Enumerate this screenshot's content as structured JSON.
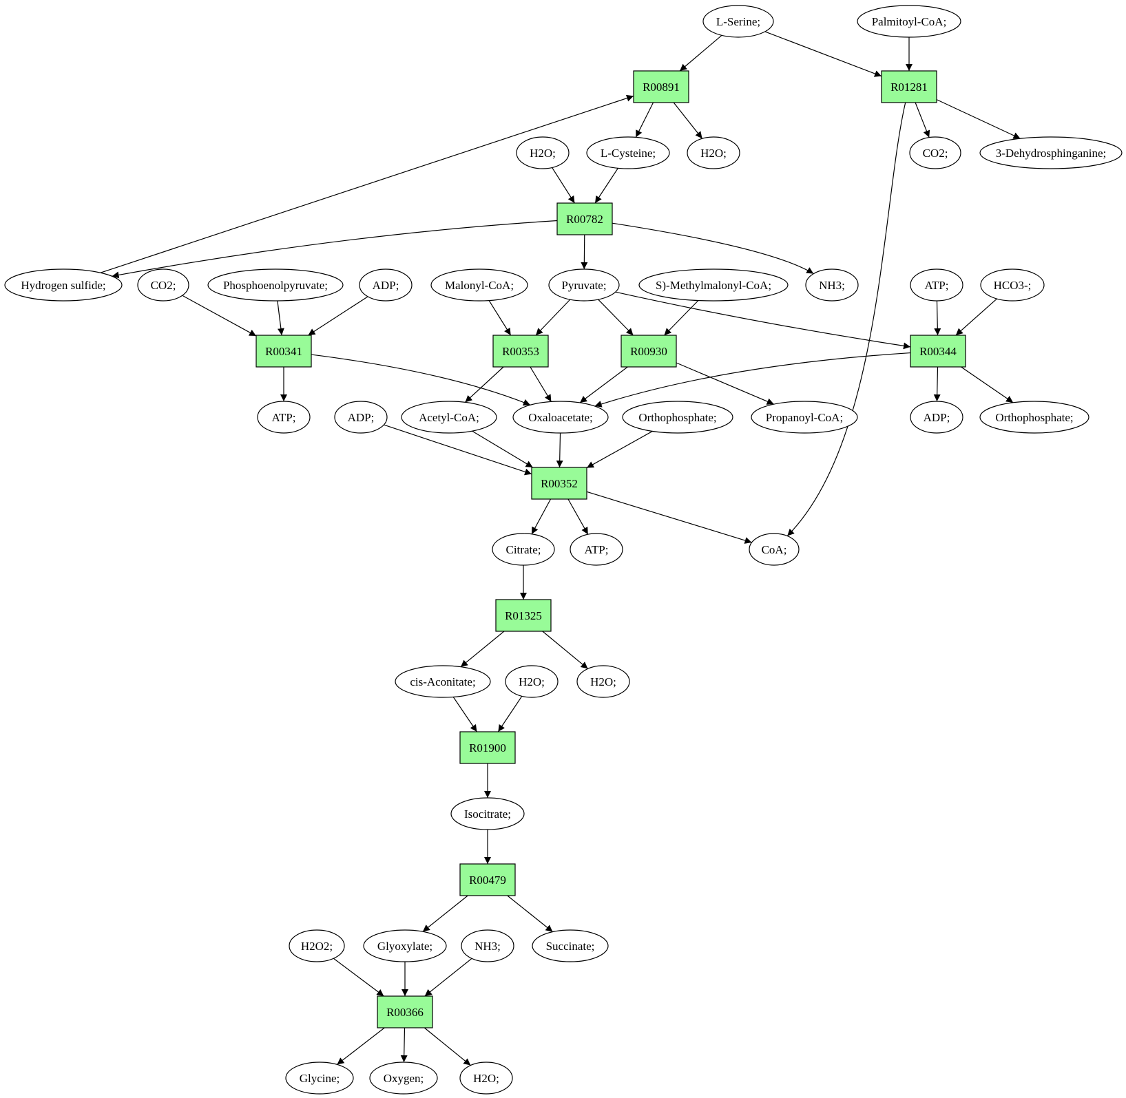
{
  "colors": {
    "reaction_fill": "#98fb98",
    "start_fill": "#00e000",
    "target_fill": "#ffff00",
    "compound_fill": "#ffffff",
    "stroke": "#000000"
  },
  "nodes": {
    "lserine": {
      "label": "L-Serine;",
      "shape": "ellipse",
      "role": "start"
    },
    "palmitoyl": {
      "label": "Palmitoyl-CoA;",
      "shape": "ellipse"
    },
    "R00891": {
      "label": "R00891",
      "shape": "rect"
    },
    "R01281": {
      "label": "R01281",
      "shape": "rect"
    },
    "h2o_a": {
      "label": "H2O;",
      "shape": "ellipse"
    },
    "lcysteine": {
      "label": "L-Cysteine;",
      "shape": "ellipse"
    },
    "h2o_b": {
      "label": "H2O;",
      "shape": "ellipse"
    },
    "co2_a": {
      "label": "CO2;",
      "shape": "ellipse"
    },
    "dehydro": {
      "label": "3-Dehydrosphinganine;",
      "shape": "ellipse"
    },
    "R00782": {
      "label": "R00782",
      "shape": "rect"
    },
    "h2s": {
      "label": "Hydrogen sulfide;",
      "shape": "ellipse"
    },
    "co2_b": {
      "label": "CO2;",
      "shape": "ellipse"
    },
    "pep": {
      "label": "Phosphoenolpyruvate;",
      "shape": "ellipse"
    },
    "adp_a": {
      "label": "ADP;",
      "shape": "ellipse"
    },
    "malonyl": {
      "label": "Malonyl-CoA;",
      "shape": "ellipse"
    },
    "pyruvate": {
      "label": "Pyruvate;",
      "shape": "ellipse"
    },
    "methylmalonyl": {
      "label": "S)-Methylmalonyl-CoA;",
      "shape": "ellipse"
    },
    "nh3_a": {
      "label": "NH3;",
      "shape": "ellipse"
    },
    "atp_a": {
      "label": "ATP;",
      "shape": "ellipse"
    },
    "hco3": {
      "label": "HCO3-;",
      "shape": "ellipse"
    },
    "R00341": {
      "label": "R00341",
      "shape": "rect"
    },
    "R00353": {
      "label": "R00353",
      "shape": "rect"
    },
    "R00930": {
      "label": "R00930",
      "shape": "rect"
    },
    "R00344": {
      "label": "R00344",
      "shape": "rect"
    },
    "atp_b": {
      "label": "ATP;",
      "shape": "ellipse"
    },
    "adp_b": {
      "label": "ADP;",
      "shape": "ellipse"
    },
    "acetyl": {
      "label": "Acetyl-CoA;",
      "shape": "ellipse"
    },
    "oxaloacetate": {
      "label": "Oxaloacetate;",
      "shape": "ellipse"
    },
    "ortho_a": {
      "label": "Orthophosphate;",
      "shape": "ellipse"
    },
    "propanoyl": {
      "label": "Propanoyl-CoA;",
      "shape": "ellipse"
    },
    "adp_c": {
      "label": "ADP;",
      "shape": "ellipse"
    },
    "ortho_b": {
      "label": "Orthophosphate;",
      "shape": "ellipse"
    },
    "R00352": {
      "label": "R00352",
      "shape": "rect"
    },
    "citrate": {
      "label": "Citrate;",
      "shape": "ellipse"
    },
    "atp_c": {
      "label": "ATP;",
      "shape": "ellipse"
    },
    "coa": {
      "label": "CoA;",
      "shape": "ellipse"
    },
    "R01325": {
      "label": "R01325",
      "shape": "rect"
    },
    "cisaconitate": {
      "label": "cis-Aconitate;",
      "shape": "ellipse"
    },
    "h2o_c": {
      "label": "H2O;",
      "shape": "ellipse"
    },
    "h2o_d": {
      "label": "H2O;",
      "shape": "ellipse"
    },
    "R01900": {
      "label": "R01900",
      "shape": "rect"
    },
    "isocitrate": {
      "label": "Isocitrate;",
      "shape": "ellipse"
    },
    "R00479": {
      "label": "R00479",
      "shape": "rect"
    },
    "h2o2": {
      "label": "H2O2;",
      "shape": "ellipse"
    },
    "glyoxylate": {
      "label": "Glyoxylate;",
      "shape": "ellipse"
    },
    "nh3_b": {
      "label": "NH3;",
      "shape": "ellipse"
    },
    "succinate": {
      "label": "Succinate;",
      "shape": "ellipse"
    },
    "R00366": {
      "label": "R00366",
      "shape": "rect"
    },
    "glycine": {
      "label": "Glycine;",
      "shape": "ellipse",
      "role": "target"
    },
    "oxygen": {
      "label": "Oxygen;",
      "shape": "ellipse"
    },
    "h2o_e": {
      "label": "H2O;",
      "shape": "ellipse"
    }
  },
  "edges": [
    [
      "lserine",
      "R00891"
    ],
    [
      "lserine",
      "R01281"
    ],
    [
      "palmitoyl",
      "R01281"
    ],
    [
      "R00891",
      "lcysteine"
    ],
    [
      "R00891",
      "h2o_b"
    ],
    [
      "h2s",
      "R00891"
    ],
    [
      "R01281",
      "co2_a"
    ],
    [
      "R01281",
      "dehydro"
    ],
    [
      "R01281",
      "coa"
    ],
    [
      "h2o_a",
      "R00782"
    ],
    [
      "lcysteine",
      "R00782"
    ],
    [
      "R00782",
      "h2s"
    ],
    [
      "R00782",
      "pyruvate"
    ],
    [
      "R00782",
      "nh3_a"
    ],
    [
      "co2_b",
      "R00341"
    ],
    [
      "pep",
      "R00341"
    ],
    [
      "adp_a",
      "R00341"
    ],
    [
      "malonyl",
      "R00353"
    ],
    [
      "pyruvate",
      "R00353"
    ],
    [
      "pyruvate",
      "R00930"
    ],
    [
      "methylmalonyl",
      "R00930"
    ],
    [
      "pyruvate",
      "R00344"
    ],
    [
      "atp_a",
      "R00344"
    ],
    [
      "hco3",
      "R00344"
    ],
    [
      "R00341",
      "atp_b"
    ],
    [
      "R00341",
      "oxaloacetate"
    ],
    [
      "R00353",
      "acetyl"
    ],
    [
      "R00353",
      "oxaloacetate"
    ],
    [
      "R00930",
      "oxaloacetate"
    ],
    [
      "R00930",
      "propanoyl"
    ],
    [
      "R00344",
      "oxaloacetate"
    ],
    [
      "R00344",
      "adp_c"
    ],
    [
      "R00344",
      "ortho_b"
    ],
    [
      "adp_b",
      "R00352"
    ],
    [
      "acetyl",
      "R00352"
    ],
    [
      "oxaloacetate",
      "R00352"
    ],
    [
      "ortho_a",
      "R00352"
    ],
    [
      "R00352",
      "citrate"
    ],
    [
      "R00352",
      "atp_c"
    ],
    [
      "R00352",
      "coa"
    ],
    [
      "citrate",
      "R01325"
    ],
    [
      "R01325",
      "cisaconitate"
    ],
    [
      "R01325",
      "h2o_d"
    ],
    [
      "cisaconitate",
      "R01900"
    ],
    [
      "h2o_c",
      "R01900"
    ],
    [
      "R01900",
      "isocitrate"
    ],
    [
      "isocitrate",
      "R00479"
    ],
    [
      "R00479",
      "glyoxylate"
    ],
    [
      "R00479",
      "succinate"
    ],
    [
      "h2o2",
      "R00366"
    ],
    [
      "glyoxylate",
      "R00366"
    ],
    [
      "nh3_b",
      "R00366"
    ],
    [
      "R00366",
      "glycine"
    ],
    [
      "R00366",
      "oxygen"
    ],
    [
      "R00366",
      "h2o_e"
    ]
  ]
}
